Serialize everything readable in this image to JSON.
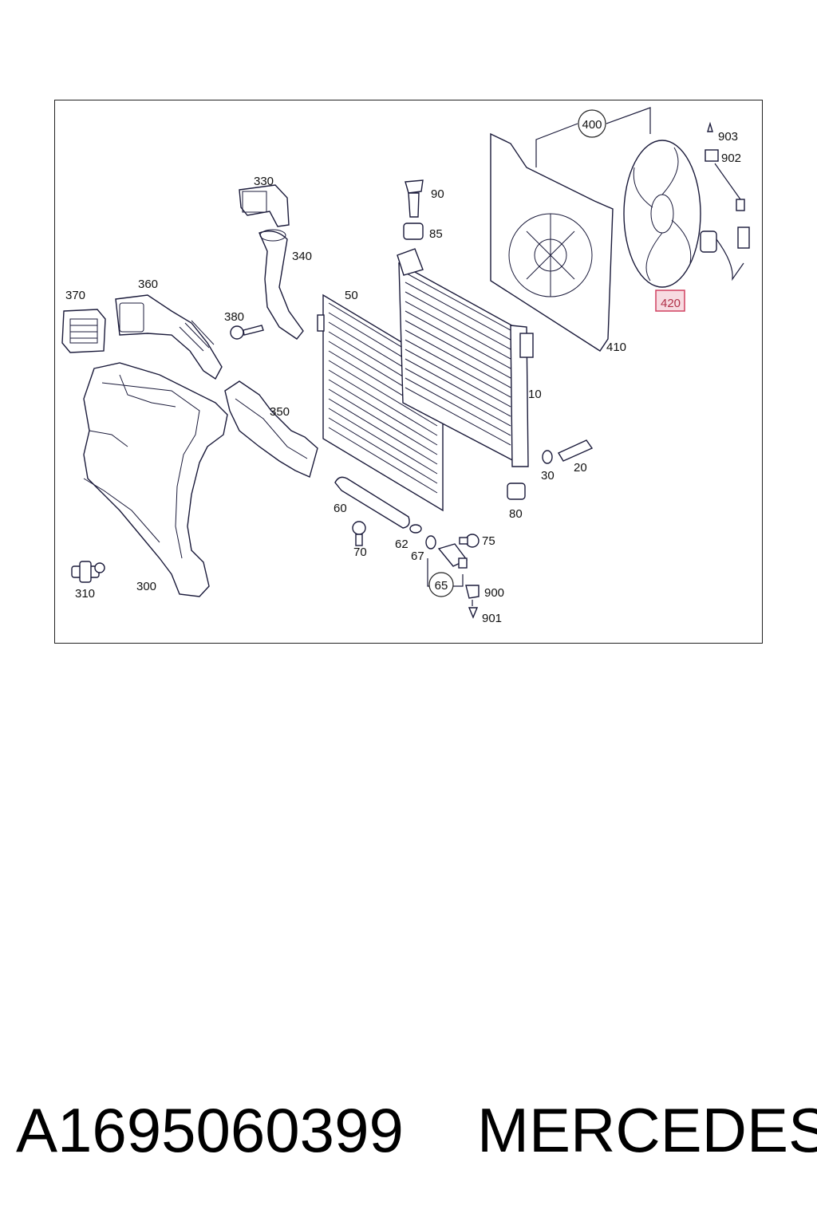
{
  "diagram": {
    "callouts": {
      "c400": "400",
      "c903": "903",
      "c902": "902",
      "c330": "330",
      "c90": "90",
      "c85": "85",
      "c340": "340",
      "c370": "370",
      "c360": "360",
      "c50": "50",
      "c380": "380",
      "c420": "420",
      "c410": "410",
      "c10": "10",
      "c350": "350",
      "c30": "30",
      "c20": "20",
      "c60": "60",
      "c80": "80",
      "c75": "75",
      "c70": "70",
      "c62": "62",
      "c67": "67",
      "c65": "65",
      "c900": "900",
      "c901": "901",
      "c310": "310",
      "c300": "300"
    },
    "highlight_color": "#d04060"
  },
  "footer": {
    "part_number": "A1695060399",
    "brand": "MERCEDES"
  }
}
